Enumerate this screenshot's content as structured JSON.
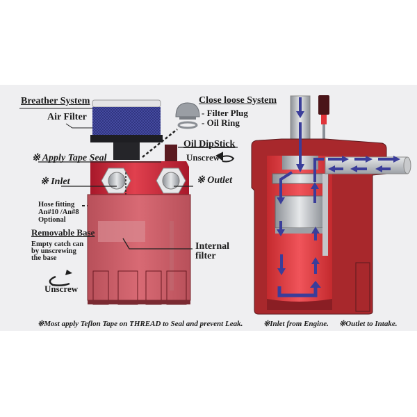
{
  "diagram": {
    "left_labels": {
      "breather_system": "Breather System",
      "air_filter": "Air Filter",
      "close_loose_system": "Close loose System",
      "filter_plug": "- Filter Plug",
      "oil_ring": "- Oil Ring",
      "oil_dipstick": "Oil DipStick",
      "unscrew_top": "Unscrew",
      "apply_tape_seal": "※ Apply Tape Seal",
      "inlet": "※ Inlet",
      "outlet": "※ Outlet",
      "hose_fitting_1": "Hose fitting",
      "hose_fitting_2": "An#10 /An#8",
      "hose_fitting_3": "Optional",
      "removable_base": "Removable Base",
      "empty_catch_1": "Empty catch can",
      "empty_catch_2": "by unscrewing",
      "empty_catch_3": "the base",
      "unscrew_bottom": "Unscrew",
      "internal_filter_1": "Internal",
      "internal_filter_2": "filter"
    },
    "footnotes": {
      "teflon": "※Most apply Teflon Tape on THREAD to Seal and prevent Leak.",
      "inlet_from": "※Inlet from Engine.",
      "outlet_to": "※Outlet to Intake."
    },
    "colors": {
      "panel_bg": "#efeff1",
      "canister_red": "#c8202c",
      "cutaway_red": "#b8322c",
      "filter_blue": "#2b2f78",
      "flow_arrow": "#3a3d9a",
      "metal": "#b8bcc0"
    }
  }
}
